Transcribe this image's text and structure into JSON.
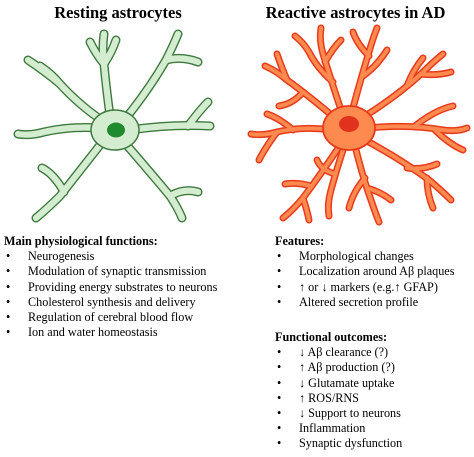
{
  "titles": {
    "left": "Resting astrocytes",
    "right": "Reactive astrocytes in AD"
  },
  "colors": {
    "resting_fill": "#d4ecd0",
    "resting_stroke": "#3e7a3e",
    "resting_nucleus": "#1f8a2e",
    "reactive_fill": "#ff8a50",
    "reactive_stroke": "#e83a1a",
    "reactive_nucleus": "#e0321c"
  },
  "left_panel": {
    "heading": "Main physiological functions:",
    "items": [
      "Neurogenesis",
      "Modulation of synaptic transmission",
      "Providing energy substrates to neurons",
      "Cholesterol synthesis and delivery",
      "Regulation of cerebral blood flow",
      "Ion and water homeostasis"
    ]
  },
  "features": {
    "heading": "Features:",
    "items": [
      "Morphological changes",
      "Localization around Aβ plaques",
      "↑ or ↓ markers (e.g.↑ GFAP)",
      "Altered secretion profile"
    ]
  },
  "outcomes": {
    "heading": "Functional outcomes:",
    "items": [
      "↓ Aβ clearance (?)",
      "↑ Aβ production (?)",
      "↓ Glutamate uptake",
      "↑ ROS/RNS",
      "↓ Support to neurons",
      "Inflammation",
      "Synaptic dysfunction"
    ]
  }
}
